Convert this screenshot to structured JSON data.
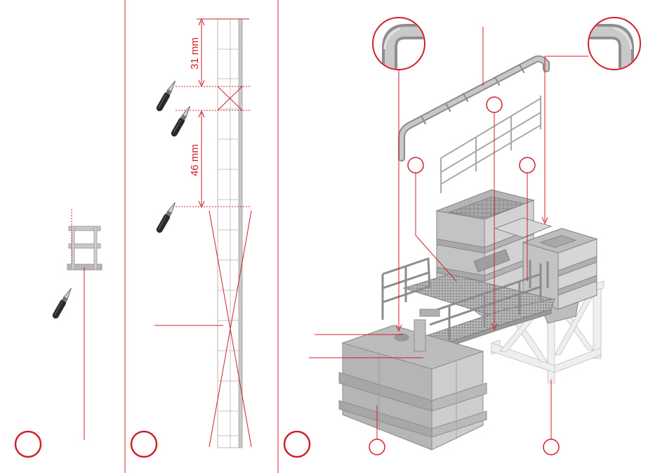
{
  "colors": {
    "accent": "#d0202c",
    "part_fill": "#c7c7c7",
    "part_stroke": "#8a8a8a",
    "part_dark": "#9a9a9a",
    "frame_fill": "#eeeeee",
    "knife_dark": "#2a2a2a"
  },
  "icons": {
    "knife": "hobby-knife-icon",
    "step_marker": "empty-step-circle",
    "callout": "empty-callout-circle",
    "zoom": "pipe-elbow-zoom"
  },
  "panels": [
    {
      "name": "step-panel-1"
    },
    {
      "name": "step-panel-2",
      "dimensions": [
        "31 mm",
        "46 mm"
      ]
    },
    {
      "name": "step-panel-3"
    }
  ]
}
